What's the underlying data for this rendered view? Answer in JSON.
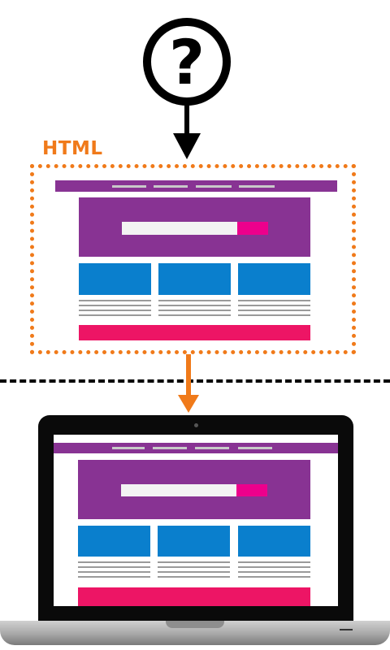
{
  "label": "HTML",
  "question_glyph": "?",
  "colors": {
    "html_accent": "#f07a1a",
    "nav": "#883393",
    "hero": "#883393",
    "search_field": "#f3f3f3",
    "search_button": "#ed008c",
    "cards": "#0a7fcd",
    "footer": "#ed1565",
    "laptop_bezel": "#0a0a0a"
  },
  "mockup": {
    "nav_link_count": 4,
    "card_count": 3,
    "text_lines_per_card": 4
  }
}
